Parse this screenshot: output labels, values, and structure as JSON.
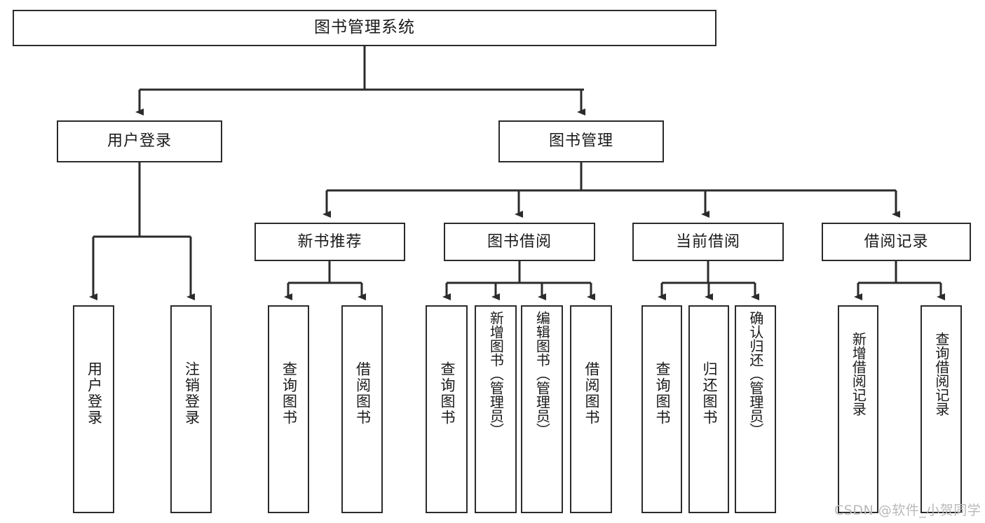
{
  "diagram": {
    "title": "图书管理系统",
    "type": "hierarchy-tree",
    "watermark": "CSDN @软件_小贺同学",
    "colors": {
      "box_border": "#2b2b2b",
      "box_fill": "#ffffff",
      "edge": "#2b2b2b",
      "text": "#1a1a1a",
      "watermark": "#b9b9b9",
      "background": "#ffffff"
    },
    "levels": {
      "root": {
        "label": "图书管理系统"
      },
      "level2": [
        {
          "id": "user-login",
          "label": "用户登录"
        },
        {
          "id": "book-management",
          "label": "图书管理"
        }
      ],
      "level3": [
        {
          "id": "new-book-recommend",
          "label": "新书推荐",
          "parent": "book-management"
        },
        {
          "id": "book-borrow",
          "label": "图书借阅",
          "parent": "book-management"
        },
        {
          "id": "current-borrow",
          "label": "当前借阅",
          "parent": "book-management"
        },
        {
          "id": "borrow-record",
          "label": "借阅记录",
          "parent": "book-management"
        }
      ],
      "leaves": [
        {
          "id": "leaf-user-login",
          "label": "用户登录",
          "parent": "user-login"
        },
        {
          "id": "leaf-logout-login",
          "label": "注销登录",
          "parent": "user-login"
        },
        {
          "id": "leaf-query-book-1",
          "label": "查询图书",
          "parent": "new-book-recommend"
        },
        {
          "id": "leaf-borrow-book-1",
          "label": "借阅图书",
          "parent": "new-book-recommend"
        },
        {
          "id": "leaf-query-book-2",
          "label": "查询图书",
          "parent": "book-borrow"
        },
        {
          "id": "leaf-add-book",
          "label": "新增图书（管理员）",
          "parent": "book-borrow"
        },
        {
          "id": "leaf-edit-book",
          "label": "编辑图书（管理员）",
          "parent": "book-borrow"
        },
        {
          "id": "leaf-borrow-book-2",
          "label": "借阅图书",
          "parent": "book-borrow"
        },
        {
          "id": "leaf-query-book-3",
          "label": "查询图书",
          "parent": "current-borrow"
        },
        {
          "id": "leaf-return-book",
          "label": "归还图书",
          "parent": "current-borrow"
        },
        {
          "id": "leaf-confirm-return",
          "label": "确认归还（管理员）",
          "parent": "current-borrow"
        },
        {
          "id": "leaf-add-record",
          "label": "新增借阅记录",
          "parent": "borrow-record"
        },
        {
          "id": "leaf-query-record",
          "label": "查询借阅记录",
          "parent": "borrow-record"
        }
      ]
    }
  }
}
